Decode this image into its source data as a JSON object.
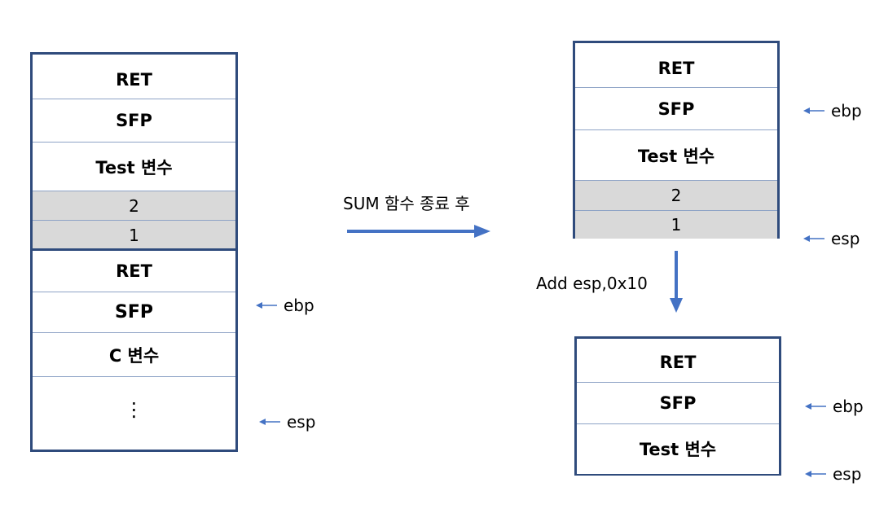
{
  "left_stack": {
    "upper": [
      "RET",
      "SFP",
      "Test 변수",
      "2",
      "1"
    ],
    "lower": [
      "RET",
      "SFP",
      "C 변수",
      "⋮"
    ]
  },
  "left_pointers": {
    "ebp": "ebp",
    "esp": "esp"
  },
  "transition_label": "SUM 함수 종료 후",
  "right_top_stack": [
    "RET",
    "SFP",
    "Test 변수",
    "2",
    "1"
  ],
  "right_top_pointers": {
    "ebp": "ebp",
    "esp": "esp"
  },
  "step_label": "Add esp,0x10",
  "right_bottom_stack": [
    "RET",
    "SFP",
    "Test 변수"
  ],
  "right_bottom_pointers": {
    "ebp": "ebp",
    "esp": "esp"
  },
  "colors": {
    "border": "#2f4b7c",
    "arrow": "#4472c4",
    "gray_cell": "#d9d9d9"
  }
}
